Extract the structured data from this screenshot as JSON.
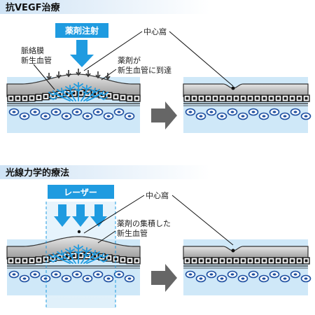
{
  "section1": {
    "title": "抗VEGF治療",
    "injection_label": "薬剤注射",
    "fovea_label": "中心窩",
    "cnv_label_lines": [
      "脈絡膜",
      "新生血管"
    ],
    "drug_label_lines": [
      "薬剤が",
      "新生血管に到達"
    ]
  },
  "section2": {
    "title": "光線力学的療法",
    "laser_label": "レーザー",
    "fovea_label": "中心窩",
    "drug_label_lines": [
      "薬剤の集積した",
      "新生血管"
    ]
  },
  "colors": {
    "header_gradient_start": "#cfe3f5",
    "header_gradient_end": "#ffffff",
    "accent_blue": "#1f9be0",
    "background_blue": "#cfe8f8",
    "tissue_gray": "#7a7a7a",
    "arrow_gray": "#666666",
    "cell_outline": "#1a1a1a"
  }
}
